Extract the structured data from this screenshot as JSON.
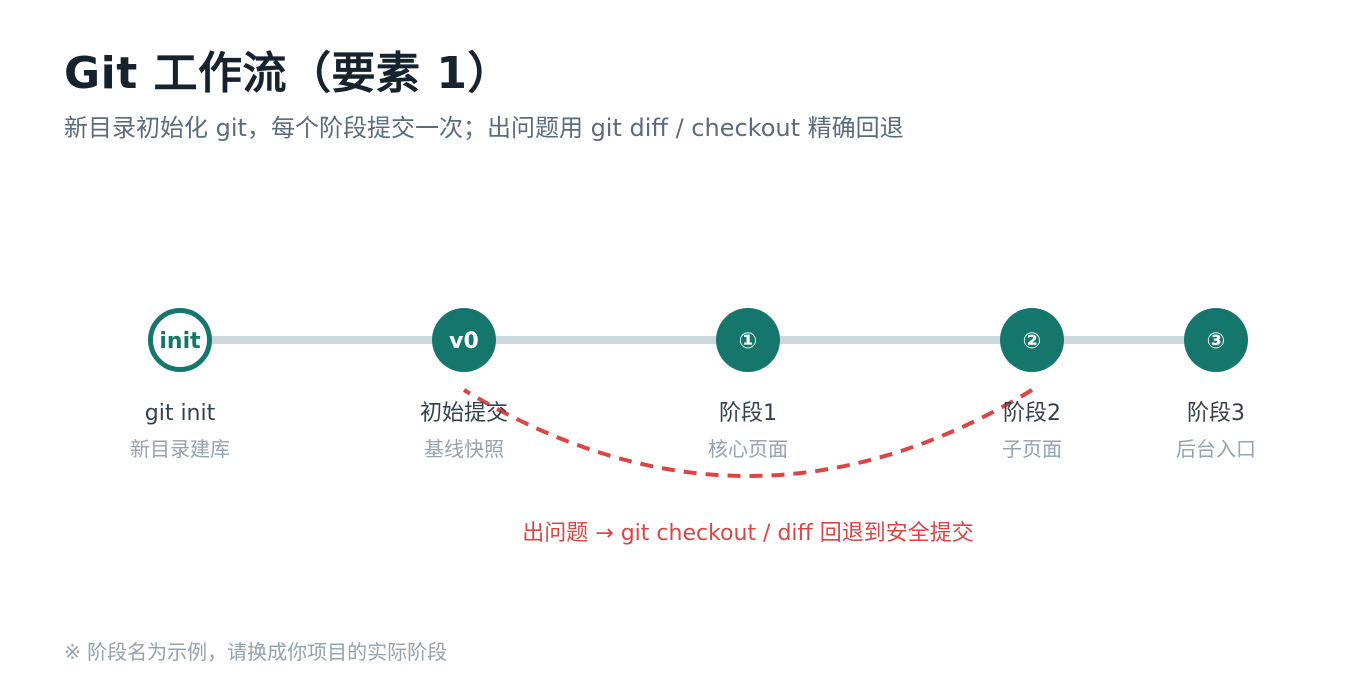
{
  "title": "Git 工作流（要素 1）",
  "subtitle": "新目录初始化 git，每个阶段提交一次；出问题用 git diff / checkout 精确回退",
  "workflow": {
    "stages": [
      {
        "node": "init",
        "name": "git init",
        "desc": "新目录建库",
        "style": "outline"
      },
      {
        "node": "v0",
        "name": "初始提交",
        "desc": "基线快照",
        "style": "filled"
      },
      {
        "node": "①",
        "name": "阶段1",
        "desc": "核心页面",
        "style": "filled"
      },
      {
        "node": "②",
        "name": "阶段2",
        "desc": "子页面",
        "style": "filled"
      },
      {
        "node": "③",
        "name": "阶段3",
        "desc": "后台入口",
        "style": "filled"
      }
    ],
    "rollback": {
      "from_stage": 3,
      "to_stage": 1,
      "label": "出问题 → git checkout / diff 回退到安全提交"
    }
  },
  "footnote": "※ 阶段名为示例，请换成你项目的实际阶段",
  "colors": {
    "node": "#15766b",
    "track": "#ccd7de",
    "rollback": "#dc4545",
    "title": "#16222e",
    "subtitle": "#5d6c7c",
    "muted": "#95a2b0"
  }
}
